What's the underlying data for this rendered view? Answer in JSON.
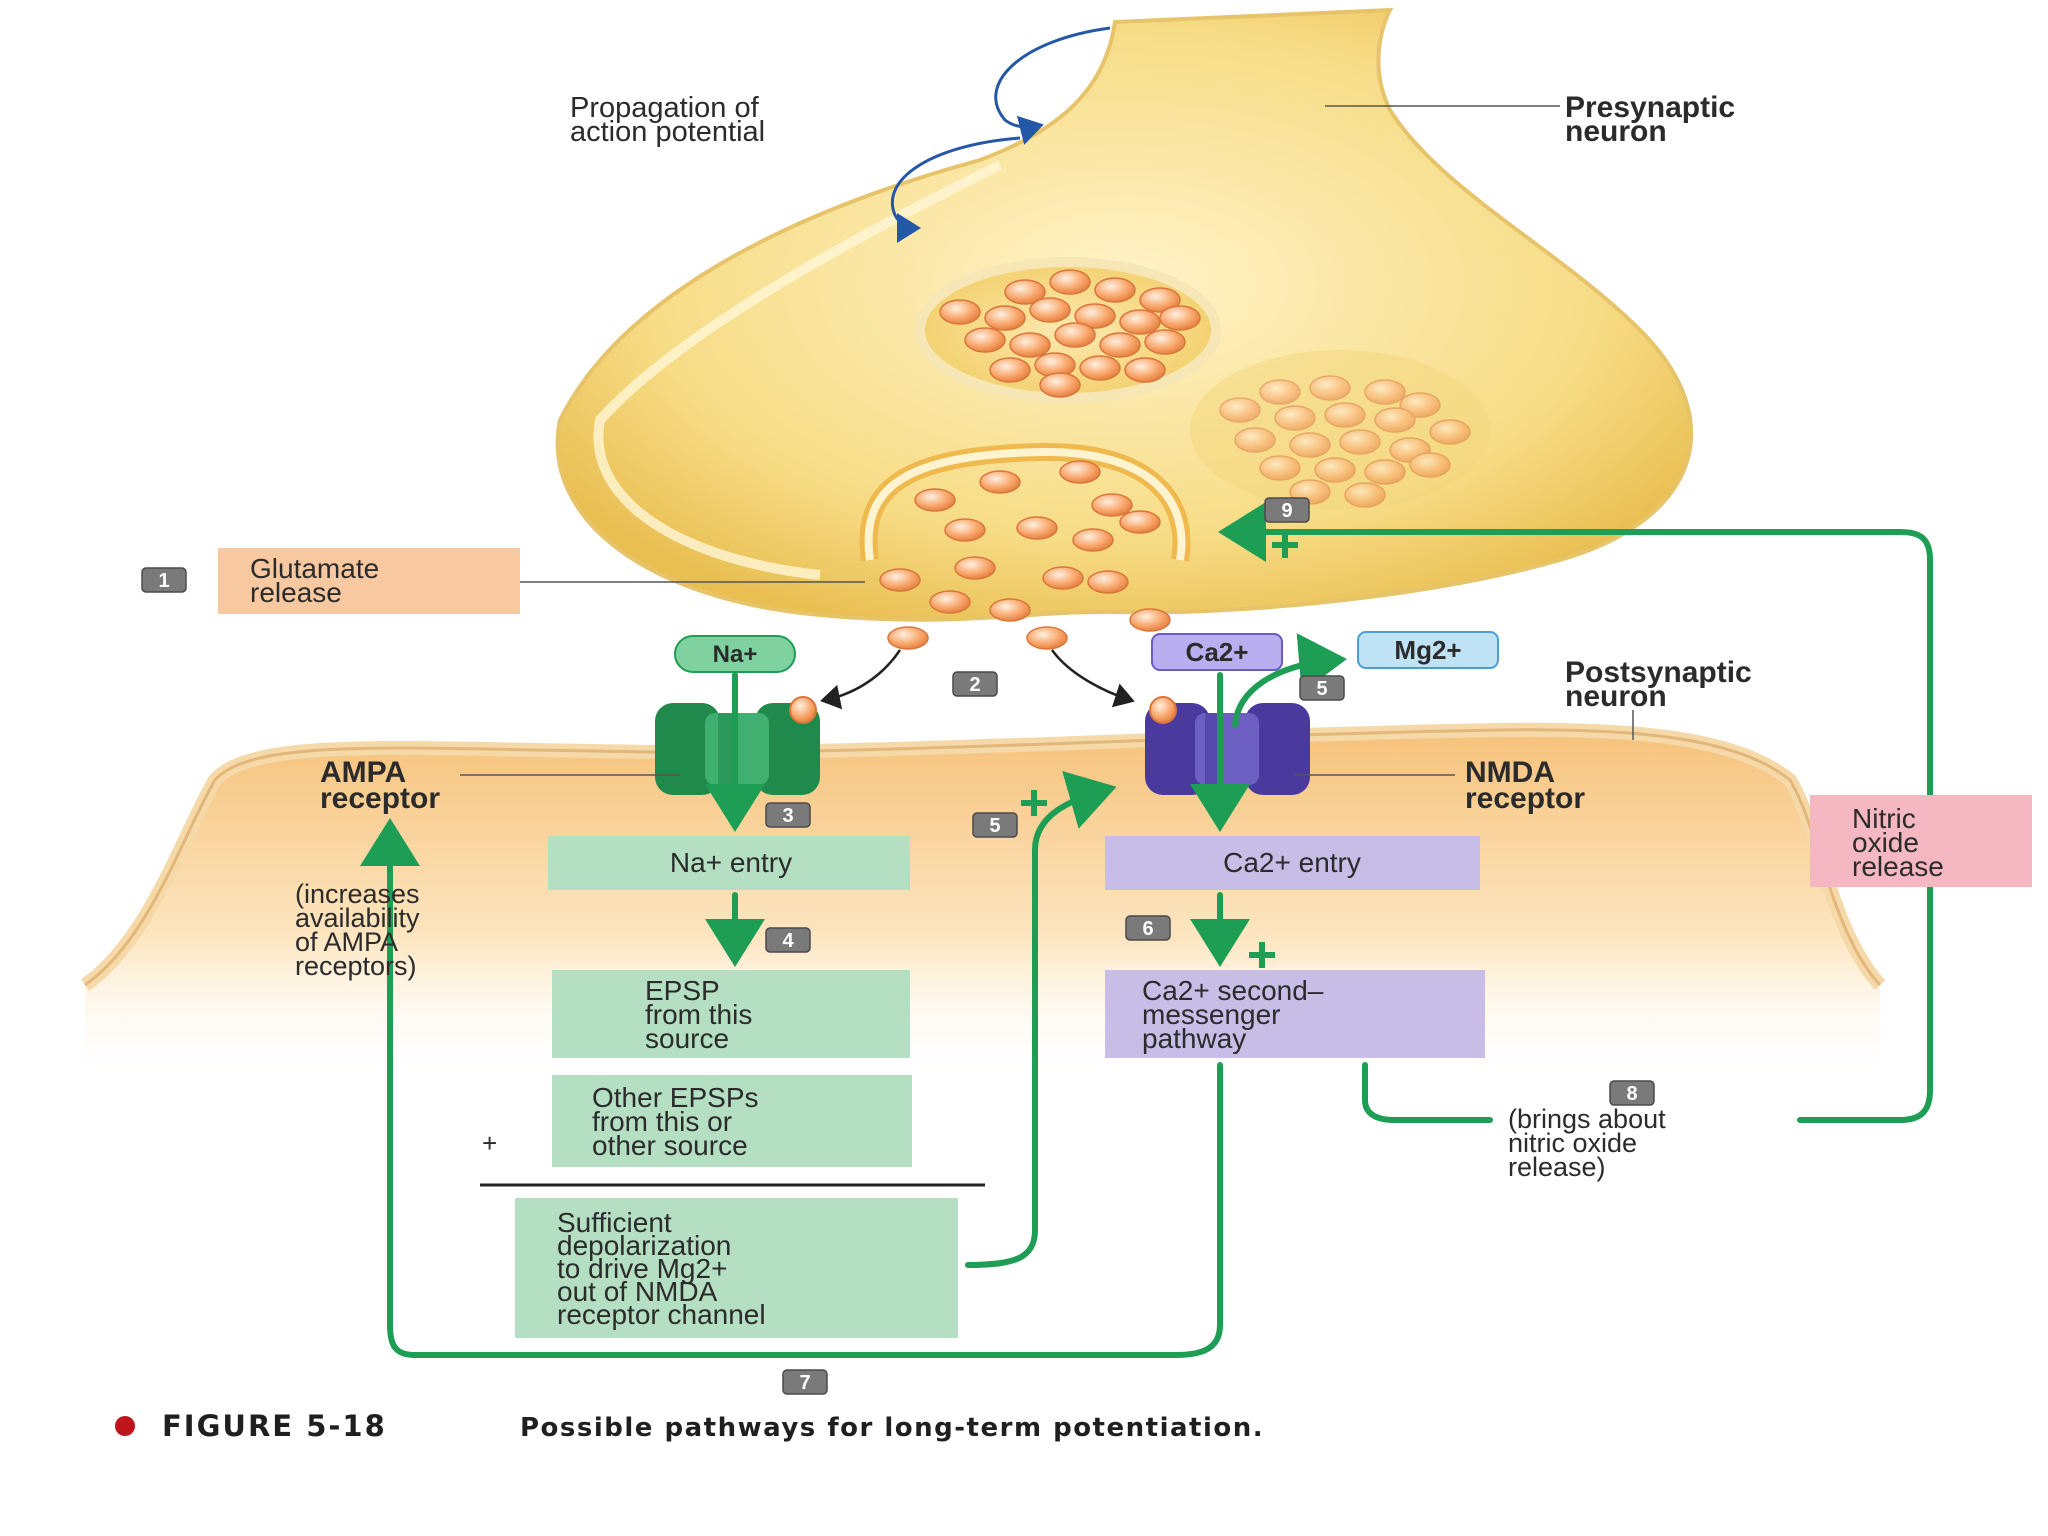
{
  "labels": {
    "propagation": [
      "Propagation of",
      "action potential"
    ],
    "presynaptic": [
      "Presynaptic",
      "neuron"
    ],
    "postsynaptic": [
      "Postsynaptic",
      "neuron"
    ],
    "ampa": [
      "AMPA",
      "receptor"
    ],
    "nmda": [
      "NMDA",
      "receptor"
    ],
    "ampa_note": [
      "(increases",
      "availability",
      "of AMPA",
      "receptors)"
    ],
    "nitric_note": [
      "(brings about",
      "nitric oxide",
      "release)"
    ],
    "plus_sign": "+",
    "plus_marker": "+"
  },
  "ions": {
    "na": "Na+",
    "ca": "Ca2+",
    "mg": "Mg2+"
  },
  "boxes": {
    "glutamate": [
      "Glutamate",
      "release"
    ],
    "na_entry": "Na+ entry",
    "ca_entry": "Ca2+ entry",
    "epsp": [
      "EPSP",
      "from this",
      "source"
    ],
    "other_epsps": [
      "Other EPSPs",
      "from this or",
      "other source"
    ],
    "ca_second": [
      "Ca2+ second–",
      "messenger",
      "pathway"
    ],
    "depolarization": [
      "Sufficient",
      "depolarization",
      "to drive Mg2+",
      "out of NMDA",
      "receptor channel"
    ],
    "nitric": [
      "Nitric",
      "oxide",
      "release"
    ]
  },
  "steps": [
    "1",
    "2",
    "3",
    "4",
    "5",
    "5",
    "6",
    "7",
    "8",
    "9"
  ],
  "caption": {
    "figure": "FIGURE 5-18",
    "text": "Possible pathways for long-term potentiation."
  },
  "colors": {
    "arrow_green": "#1e9e55",
    "blue_arrow": "#2457a8",
    "orange_box": "#f8c9a0",
    "green_box": "#b5dfc2",
    "purple_box": "#c7bde6",
    "pink_box": "#f5b8c2",
    "ampa_green": "#1f8a4c",
    "nmda_purple": "#4a3a9e",
    "badge_gray": "#7a7a7a",
    "caption_dot": "#c0141c"
  }
}
